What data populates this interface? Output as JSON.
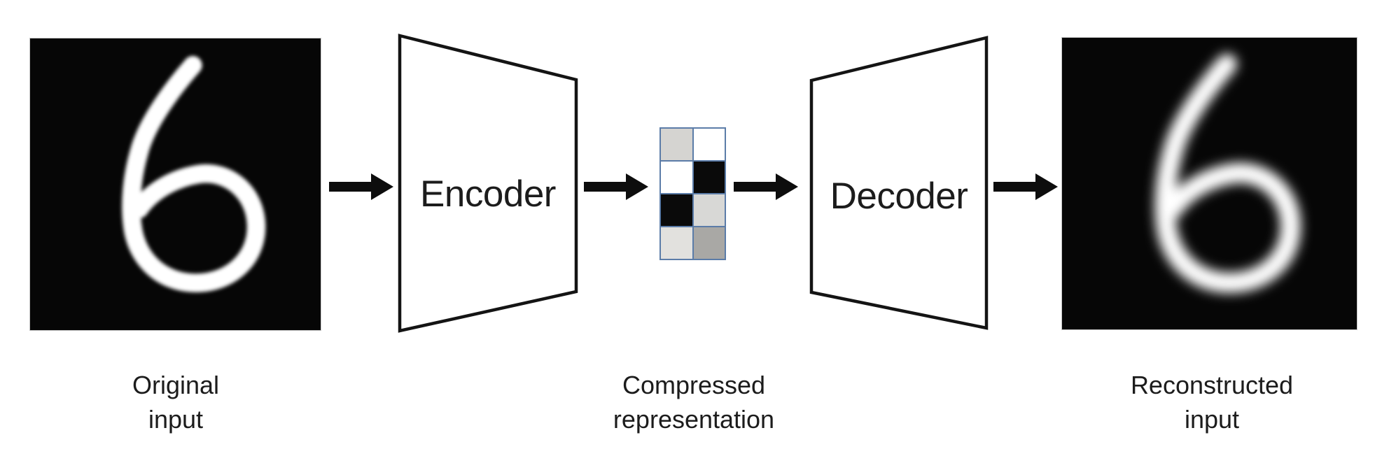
{
  "diagram": {
    "type": "autoencoder-architecture",
    "nodes": {
      "original_input": {
        "caption_line1": "Original",
        "caption_line2": "input",
        "image_depicts": "sharp handwritten digit 6 on black (MNIST style)"
      },
      "encoder": {
        "label": "Encoder"
      },
      "compressed_representation": {
        "caption_line1": "Compressed",
        "caption_line2": "representation",
        "grid": {
          "rows": 4,
          "cols": 2,
          "cell_colors": [
            "#d5d4d1",
            "#ffffff",
            "#ffffff",
            "#0a0a0a",
            "#0a0a0a",
            "#d8d8d6",
            "#e2e1de",
            "#a9a8a5"
          ]
        }
      },
      "decoder": {
        "label": "Decoder"
      },
      "reconstructed_input": {
        "caption_line1": "Reconstructed",
        "caption_line2": "input",
        "image_depicts": "blurry reconstructed handwritten digit 6 on black"
      }
    },
    "arrows": {
      "count": 4,
      "direction": "right"
    },
    "colors": {
      "background": "#ffffff",
      "arrow": "#0d0d0d",
      "shape_border": "#141414",
      "shape_fill": "#ffffff",
      "text": "#1c1c1c",
      "image_background": "#060606",
      "digit": "#ffffff",
      "grid_border": "#5b7ca8"
    }
  }
}
